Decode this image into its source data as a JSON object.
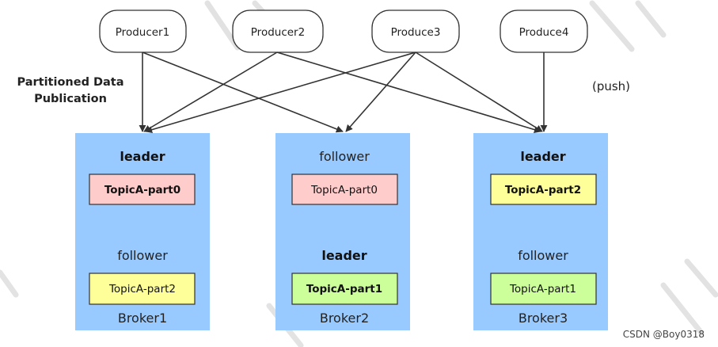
{
  "annotation": {
    "line1": "Partitioned Data",
    "line2": "Publication",
    "push": "(push)"
  },
  "producers": [
    {
      "label": "Producer1"
    },
    {
      "label": "Producer2"
    },
    {
      "label": "Produce3"
    },
    {
      "label": "Produce4"
    }
  ],
  "brokers": [
    {
      "label": "Broker1",
      "top_role": "leader",
      "top_partition": "TopicA-part0",
      "bottom_role": "follower",
      "bottom_partition": "TopicA-part2"
    },
    {
      "label": "Broker2",
      "top_role": "follower",
      "top_partition": "TopicA-part0",
      "bottom_role": "leader",
      "bottom_partition": "TopicA-part1"
    },
    {
      "label": "Broker3",
      "top_role": "leader",
      "top_partition": "TopicA-part2",
      "bottom_role": "follower",
      "bottom_partition": "TopicA-part1"
    }
  ],
  "colors": {
    "broker_background": "#99caff",
    "part0": "#ffcccc",
    "part1": "#ccff99",
    "part2": "#ffff99"
  },
  "watermark": "CSDN @Boy0318"
}
